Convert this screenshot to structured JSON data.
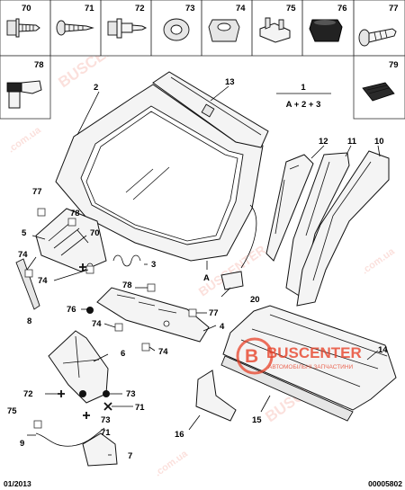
{
  "header": {
    "parts": [
      {
        "id": "70",
        "icon": "flange-screw-icon"
      },
      {
        "id": "71",
        "icon": "wood-screw-icon"
      },
      {
        "id": "72",
        "icon": "stud-screw-icon"
      },
      {
        "id": "73",
        "icon": "washer-icon"
      },
      {
        "id": "74",
        "icon": "grommet-icon"
      },
      {
        "id": "75",
        "icon": "clip-icon"
      },
      {
        "id": "76",
        "icon": "rubber-plug-icon"
      },
      {
        "id": "77",
        "icon": "push-rivet-icon"
      },
      {
        "id": "78",
        "icon": "retaining-clip-icon"
      },
      {
        "id": "79",
        "icon": "fastener-clip-icon"
      }
    ]
  },
  "formula": {
    "top": "1",
    "bottom": "A + 2 + 3"
  },
  "callouts": [
    "2",
    "13",
    "12",
    "11",
    "10",
    "77",
    "78",
    "70",
    "5",
    "74",
    "74",
    "8",
    "3",
    "76",
    "78",
    "74",
    "77",
    "4",
    "74",
    "20",
    "A",
    "6",
    "72",
    "73",
    "71",
    "73",
    "75",
    "71",
    "9",
    "7",
    "16",
    "15",
    "14"
  ],
  "footer": {
    "date": "01/2013",
    "code": "00005802"
  },
  "watermark": {
    "brand": "BUSCENTER",
    "subtitle": "АВТОМОБІЛЬНІ ЗАПЧАСТИНИ",
    "domain": ".com.ua"
  },
  "colors": {
    "accent": "#e8432a",
    "ink": "#111111"
  }
}
